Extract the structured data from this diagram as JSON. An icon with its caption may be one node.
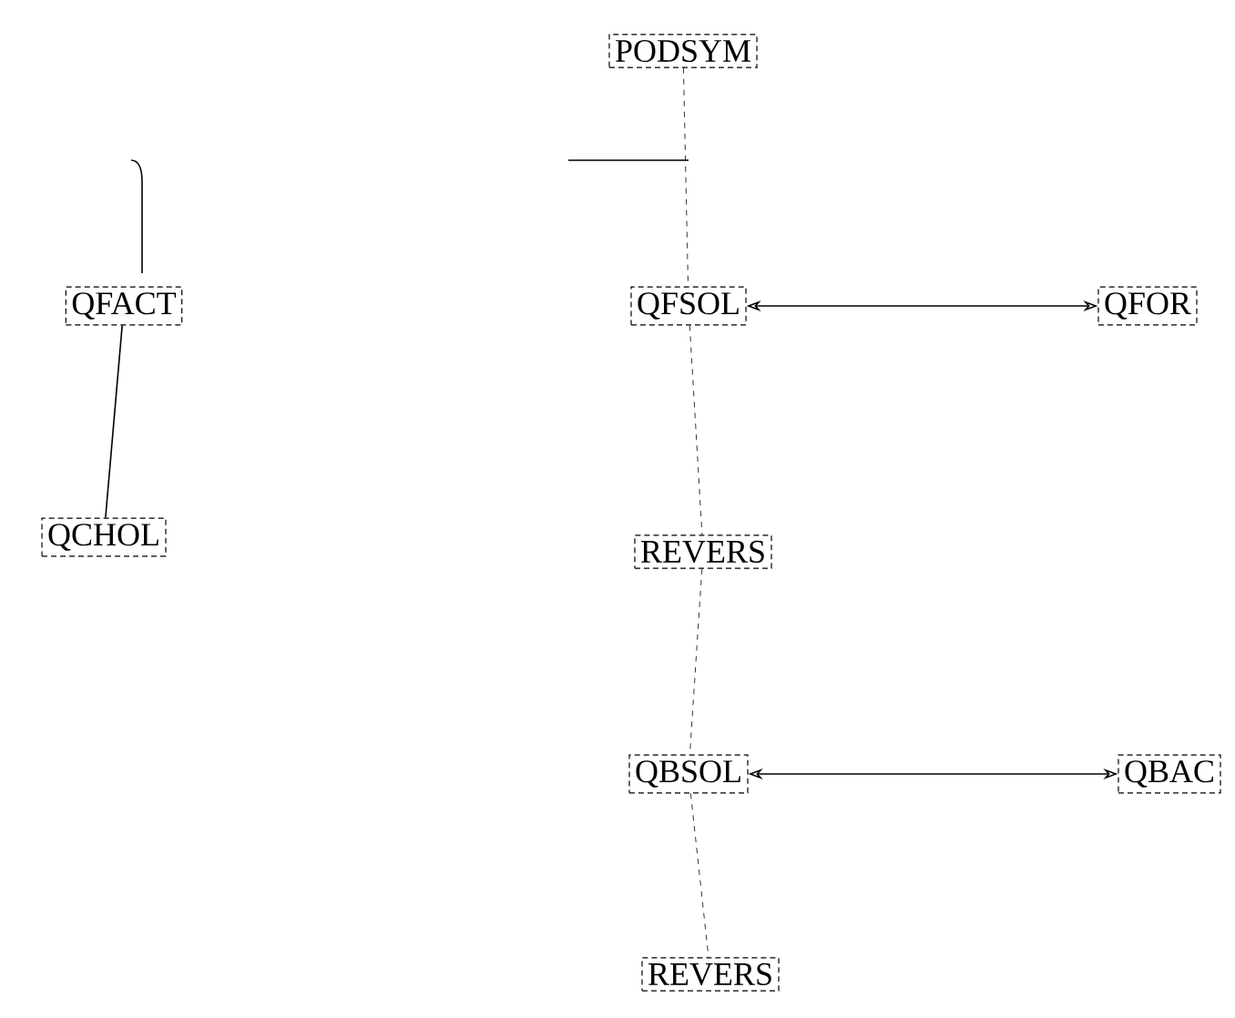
{
  "diagram": {
    "nodes": [
      {
        "text": [
          "PODSYM"
        ]
      },
      {
        "text": [
          "QFACT"
        ]
      },
      {
        "text": [
          "QFSOL"
        ]
      },
      {
        "text": [
          "QFOR"
        ]
      },
      {
        "text": [
          "QCHOL"
        ]
      },
      {
        "text": [
          "REVERS"
        ]
      },
      {
        "text": [
          "QBSOL"
        ]
      },
      {
        "text": [
          "QBAC"
        ]
      },
      {
        "text": [
          "REVERS"
        ]
      }
    ],
    "edges": [
      {
        "from": 0,
        "to": 2,
        "arrow": "none",
        "style": "dashed"
      },
      {
        "from": 2,
        "to": 3,
        "arrow": "both"
      },
      {
        "from": 1,
        "to": 4,
        "arrow": "none"
      },
      {
        "from": 2,
        "to": 5,
        "arrow": "none",
        "style": "dashed"
      },
      {
        "from": 5,
        "to": 6,
        "arrow": "none",
        "style": "dashed"
      },
      {
        "from": 6,
        "to": 7,
        "arrow": "both"
      },
      {
        "from": 6,
        "to": 8,
        "arrow": "none",
        "style": "dashed"
      }
    ]
  }
}
